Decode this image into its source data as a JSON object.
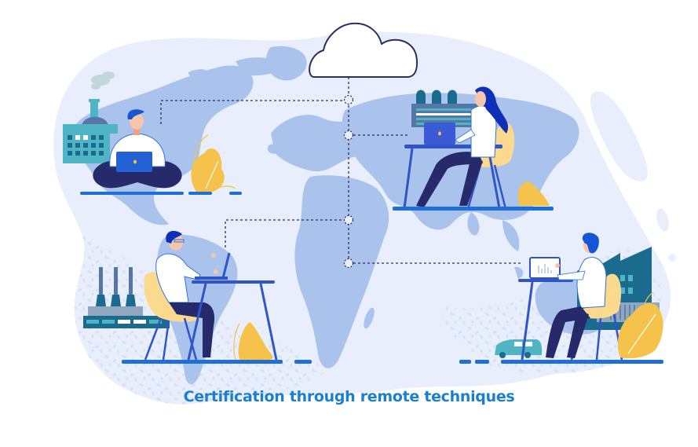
{
  "caption": "Certification through remote techniques",
  "colors": {
    "caption": "#1a7fd1",
    "blob": "#e8eefc",
    "continent": "#a9c3ec",
    "speckle": "#d3e0f3",
    "navy": "#262a6b",
    "royal_blue": "#2f55c8",
    "floor_blue": "#1f6fd4",
    "laptop": "#2361d4",
    "teal": "#4fb4c4",
    "teal_dark": "#1b6b8e",
    "chair_yellow": "#fbd98e",
    "leaf_yellow": "#f5c24c",
    "skin": "#f5c6aa",
    "hair": "#1556d4",
    "hair_woman": "#0f2fb8",
    "smoke": "#c3d6d9",
    "white": "#ffffff",
    "line": "#2b2d63"
  },
  "scene": {
    "cloud": "cloud-server",
    "network_nodes": 4,
    "workers": [
      {
        "id": "top-left",
        "pose": "sitting-cross-legged",
        "device": "laptop",
        "background": "factory-teal"
      },
      {
        "id": "top-right",
        "pose": "sitting-at-desk",
        "device": "laptop",
        "background": "factory-silos"
      },
      {
        "id": "bottom-left",
        "pose": "sitting-at-desk",
        "device": "laptop",
        "background": "factory-chimneys"
      },
      {
        "id": "bottom-right",
        "pose": "sitting-at-desk",
        "device": "laptop-chart",
        "background": "factory-sawtooth"
      }
    ]
  }
}
